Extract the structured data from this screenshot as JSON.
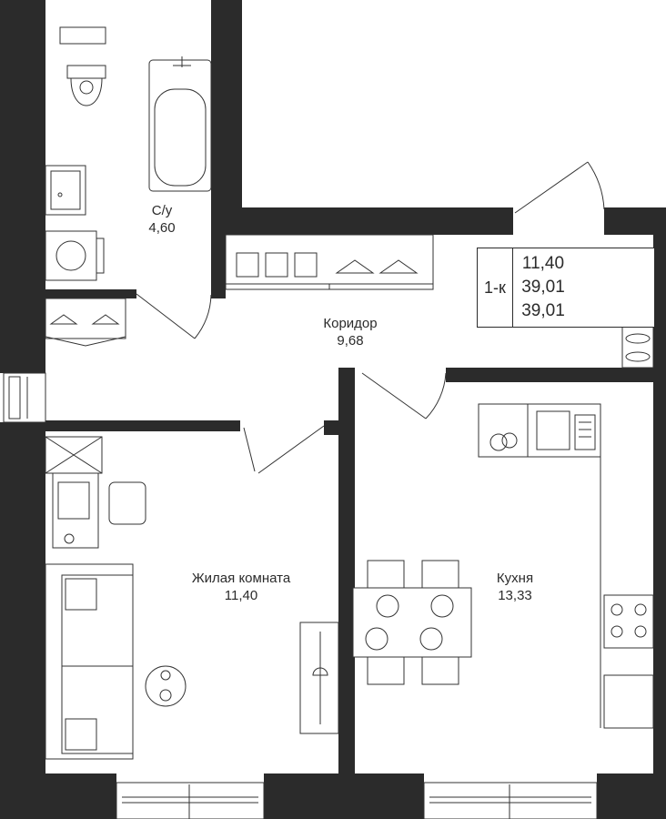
{
  "rooms": {
    "bathroom": {
      "name": "С/у",
      "area": "4,60"
    },
    "corridor": {
      "name": "Коридор",
      "area": "9,68"
    },
    "living": {
      "name": "Жилая комната",
      "area": "11,40"
    },
    "kitchen": {
      "name": "Кухня",
      "area": "13,33"
    }
  },
  "summary": {
    "type": "1-к",
    "values": [
      "11,40",
      "39,01",
      "39,01"
    ]
  },
  "colors": {
    "wall": "#2b2b2b",
    "line": "#333333",
    "background": "#ffffff"
  }
}
